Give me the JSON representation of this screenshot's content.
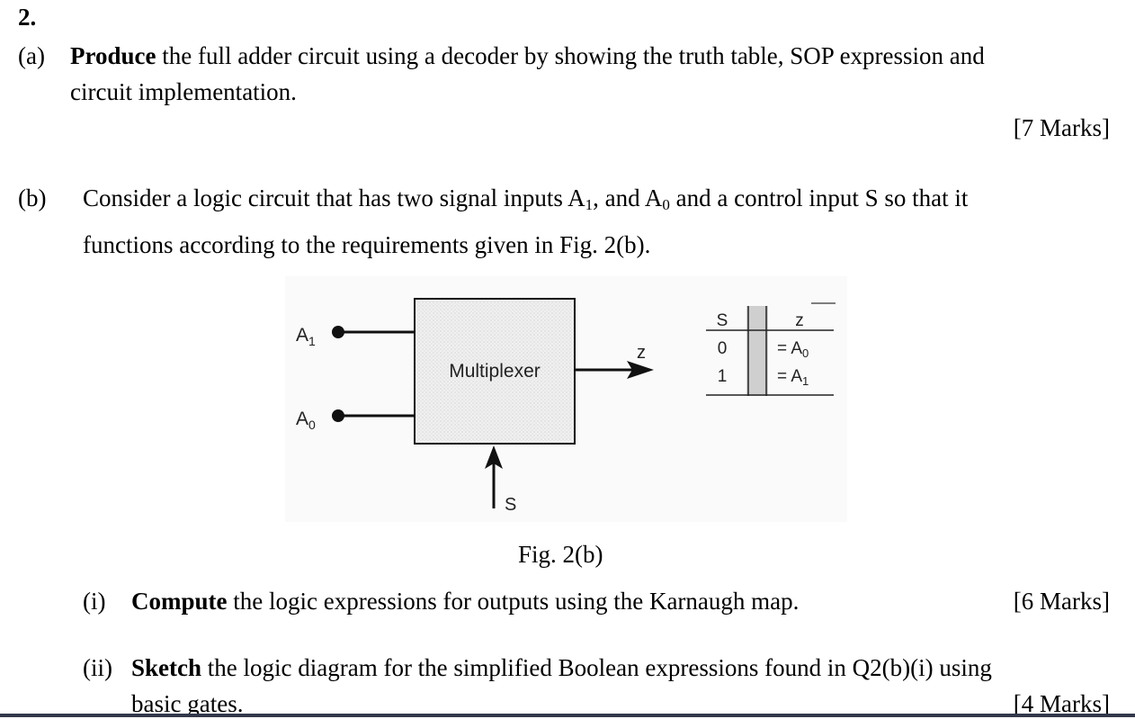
{
  "question": {
    "number": "2.",
    "part_a": {
      "label": "(a)",
      "verb": "Produce",
      "text_line1": " the full adder circuit using a decoder by showing the truth table, SOP expression and",
      "text_line2": "circuit implementation.",
      "marks": "[7 Marks]"
    },
    "part_b": {
      "label": "(b)",
      "text_line1_pre": "Consider a logic circuit that has two signal inputs A",
      "sub1": "1",
      "text_line1_mid": ", and A",
      "sub0": "0",
      "text_line1_post": " and a control input S so that it",
      "text_line2": "functions according to the requirements given in Fig. 2(b).",
      "figure": {
        "input_a1_main": "A",
        "input_a1_sub": "1",
        "input_a0_main": "A",
        "input_a0_sub": "0",
        "block_label": "Multiplexer",
        "output_label": "z",
        "control_label": "S",
        "table": {
          "headers": [
            "S",
            "z"
          ],
          "rows": [
            {
              "s": "0",
              "z_pre": "= A",
              "z_sub": "0"
            },
            {
              "s": "1",
              "z_pre": "= A",
              "z_sub": "1"
            }
          ]
        }
      },
      "caption": "Fig. 2(b)",
      "sub_i": {
        "label": "(i)",
        "verb": "Compute",
        "text": " the logic expressions for outputs using the Karnaugh map.",
        "marks": "[6 Marks]"
      },
      "sub_ii": {
        "label": "(ii)",
        "verb": "Sketch",
        "text_line1": " the logic diagram for the simplified Boolean expressions found in Q2(b)(i) using",
        "text_line2": "basic gates.",
        "marks": "[4 Marks]"
      }
    }
  }
}
